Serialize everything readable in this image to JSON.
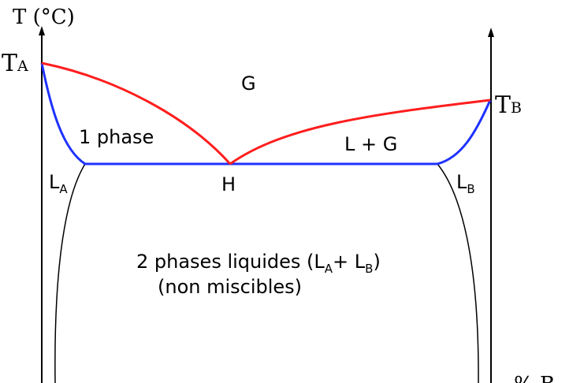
{
  "axes": {
    "y_axis_label": "T (°C)",
    "x_axis_label": "% B"
  },
  "points": {
    "ta": {
      "main": "T",
      "sub": "A"
    },
    "tb": {
      "main": "T",
      "sub": "B"
    },
    "h": "H"
  },
  "regions": {
    "gas": "G",
    "one_phase": "1 phase",
    "l_plus_g": "L + G",
    "la": {
      "main": "L",
      "sub": "A"
    },
    "lb": {
      "main": "L",
      "sub": "B"
    },
    "two_phases_line1_prefix": "2 phases liquides (L",
    "two_phases_line1_sub_a": "A",
    "two_phases_line1_mid": "+ L",
    "two_phases_line1_sub_b": "B",
    "two_phases_line1_suffix": ")",
    "two_phases_line2": "(non miscibles)"
  },
  "colors": {
    "dew_curve": "#ff1e1e",
    "boiling_curve": "#1e32ff",
    "miscibility_curve": "#000000",
    "axis": "#000000"
  }
}
